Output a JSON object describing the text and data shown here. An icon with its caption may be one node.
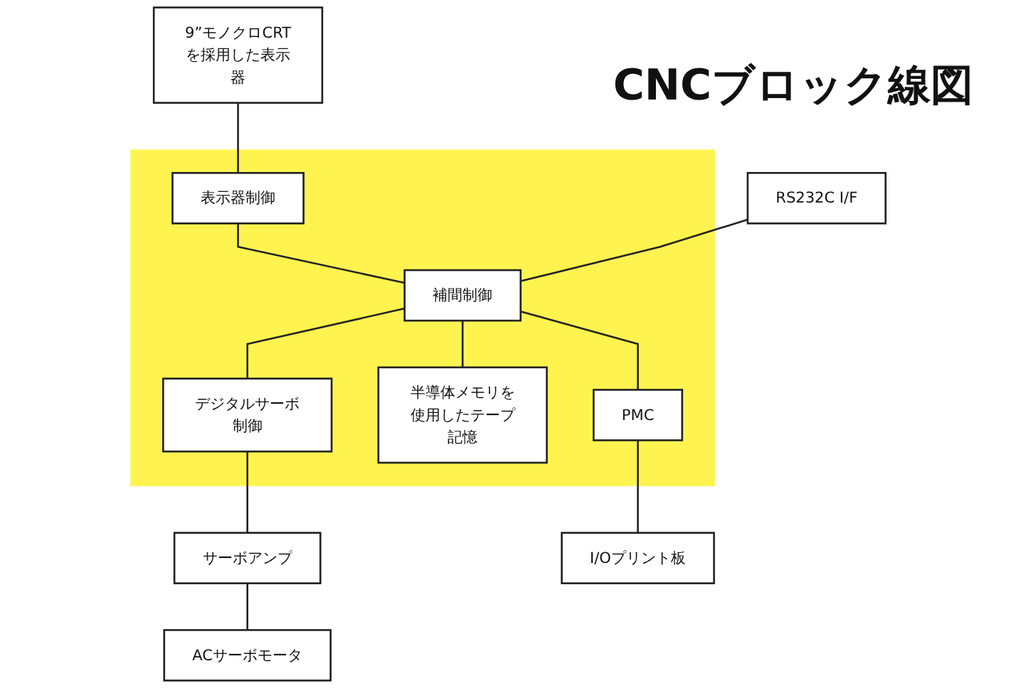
{
  "diagram": {
    "title": "CNCブロック線図",
    "nodes": [
      {
        "text": [],
        "shape": "box"
      },
      {
        "text": [
          "9”モノクロCRTを採用した表示器"
        ]
      },
      {
        "text": [
          "表示器制御"
        ],
        "in": 0
      },
      {
        "text": [
          "RS232C I/F"
        ]
      },
      {
        "text": [
          "補間制御"
        ],
        "in": 0
      },
      {
        "text": [
          "デジタルサーボ制御"
        ],
        "in": 0
      },
      {
        "text": [
          "サーボアンプ"
        ]
      },
      {
        "text": [
          "半導体メモリを使用したテープ記憶"
        ],
        "in": 0
      },
      {
        "text": [
          "PMC"
        ],
        "in": 0
      },
      {
        "text": [
          "ACサーボモータ"
        ]
      },
      {
        "text": [
          "I/Oプリント板"
        ]
      }
    ],
    "edges": [
      {
        "from": 1,
        "to": 2,
        "arrow": "none"
      },
      {
        "from": 2,
        "to": 4,
        "arrow": "none"
      },
      {
        "from": 3,
        "to": 4,
        "arrow": "none"
      },
      {
        "from": 4,
        "to": 5,
        "arrow": "none"
      },
      {
        "from": 5,
        "to": 6,
        "arrow": "none"
      },
      {
        "from": 6,
        "to": 9,
        "arrow": "none"
      },
      {
        "from": 4,
        "to": 7,
        "arrow": "none"
      },
      {
        "from": 4,
        "to": 8,
        "arrow": "none"
      },
      {
        "from": 8,
        "to": 10,
        "arrow": "none"
      }
    ]
  }
}
